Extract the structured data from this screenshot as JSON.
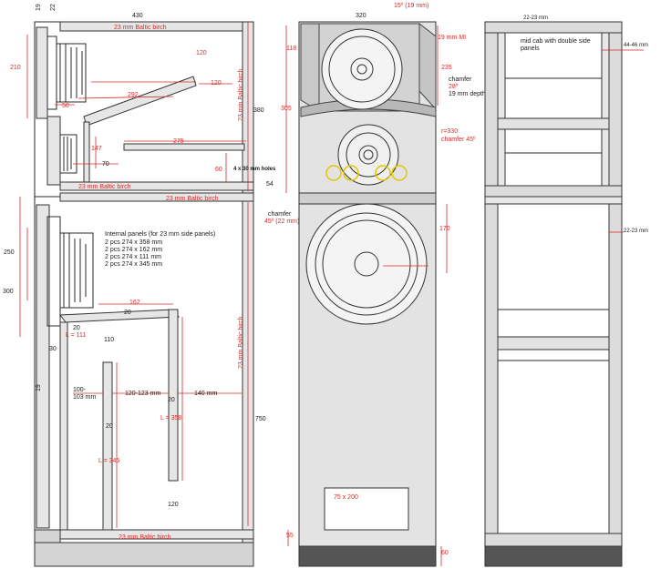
{
  "side_view": {
    "dims_left": {
      "top19": "19",
      "top22": "22",
      "d210": "210",
      "d250": "250",
      "d300": "300",
      "d19": "19"
    },
    "top_width": "430",
    "baltic_labels": [
      "23 mm Baltic birch",
      "23 mm Baltic birch",
      "23 mm Baltic birch",
      "23 mm Baltic birch"
    ],
    "panel_vertical_top": "23 mm Baltic birch",
    "panel_vertical_bottom": "23 mm Baltic birch",
    "d380": "380",
    "d750": "750",
    "upper_dims": {
      "d120a": "120",
      "d120b": "120",
      "d292": "292",
      "d50": "50",
      "d147": "147",
      "d275": "275",
      "d70": "70",
      "d60": "60"
    },
    "holes": "4 x 30 mm holes",
    "d54": "54",
    "internal_panels_title": "Internal panels (for 23 mm side panels)",
    "internal_panels": [
      "2 pcs 274 x 358 mm",
      "2 pcs 274 x 162 mm",
      "2 pcs 274 x 111 mm",
      "2 pcs 274 x 345 mm"
    ],
    "lower_dims": {
      "l162": "162",
      "d20a": "20",
      "d20b": "20",
      "d30": "30",
      "l111": "L = 111",
      "d110": "110",
      "d100": "100-",
      "d103": "103 mm",
      "d120_123": "120-123 mm",
      "d20c": "20",
      "d140": "140 mm",
      "l358": "L = 358",
      "d20d": "20",
      "l345": "L = 345",
      "d120c": "120"
    }
  },
  "front_view": {
    "width": "320",
    "angle15": "15º (19 mm)",
    "d19ml": "19 mm MI",
    "d118": "118",
    "d235": "235",
    "chamfer1": [
      "chamfer",
      "28º",
      "19 mm depth"
    ],
    "d305": "305",
    "r330": "r=330",
    "chamfer45": "chamfer 45º",
    "chamfer2": [
      "chamfer",
      "45º (22 mm)"
    ],
    "d170": "170",
    "plate": "75 x 200",
    "d55": "55",
    "d60": "60"
  },
  "rear_view": {
    "d22_23a": "22-23 mm",
    "mid_cab": [
      "mid cab with double side",
      "panels"
    ],
    "d44_46": "44-46 mm",
    "d22_23b": "22-23 mm"
  }
}
